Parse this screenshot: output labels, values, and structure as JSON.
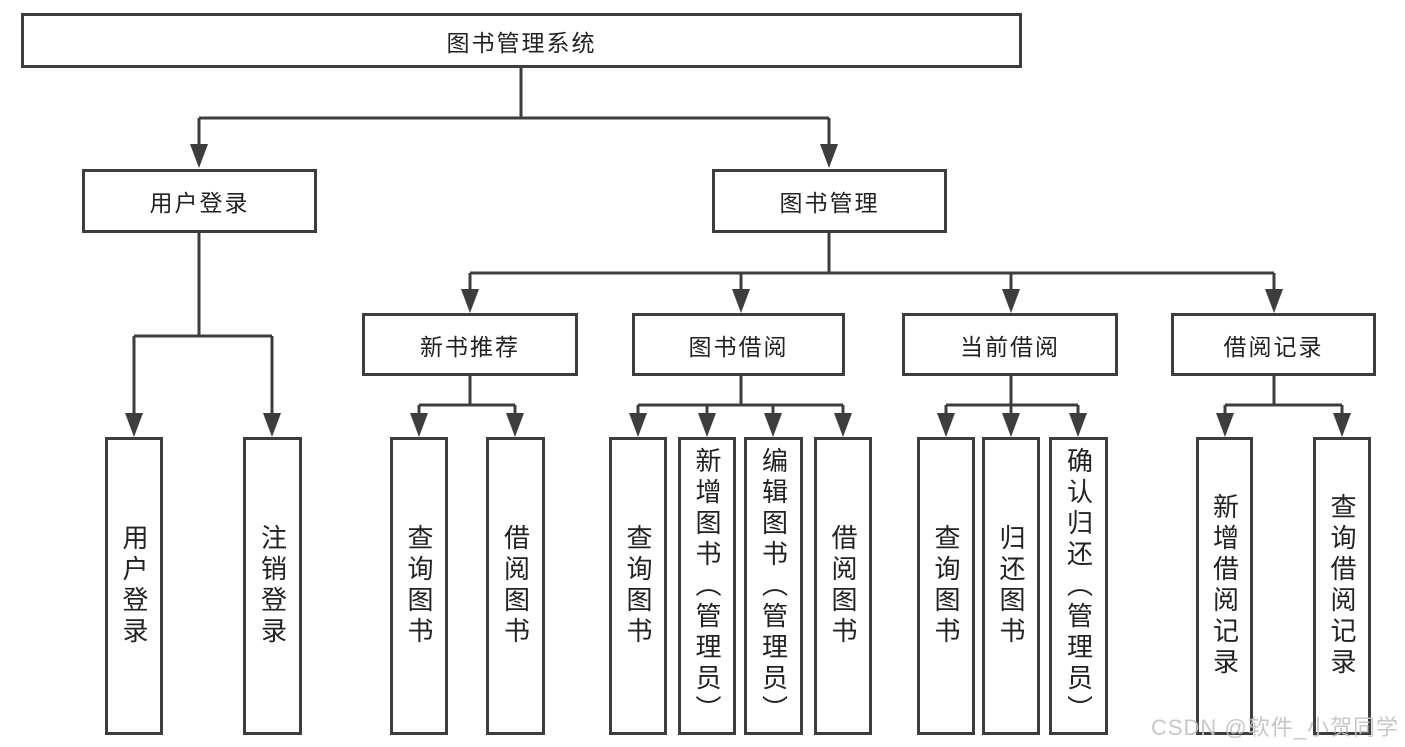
{
  "diagram": {
    "root": "图书管理系统",
    "branches": [
      {
        "label": "用户登录",
        "children": [
          "用户登录",
          "注销登录"
        ]
      },
      {
        "label": "图书管理",
        "children": [
          {
            "label": "新书推荐",
            "children": [
              "查询图书",
              "借阅图书"
            ]
          },
          {
            "label": "图书借阅",
            "children": [
              "查询图书",
              "新增图书（管理员）",
              "编辑图书（管理员）",
              "借阅图书"
            ]
          },
          {
            "label": "当前借阅",
            "children": [
              "查询图书",
              "归还图书",
              "确认归还（管理员）"
            ]
          },
          {
            "label": "借阅记录",
            "children": [
              "新增借阅记录",
              "查询借阅记录"
            ]
          }
        ]
      }
    ]
  },
  "watermark": {
    "text": "CSDN @软件_小贺同学"
  },
  "colors": {
    "line": "#3d3d3d",
    "text": "#222222",
    "watermark": "#c3c3c3",
    "background": "#ffffff"
  }
}
